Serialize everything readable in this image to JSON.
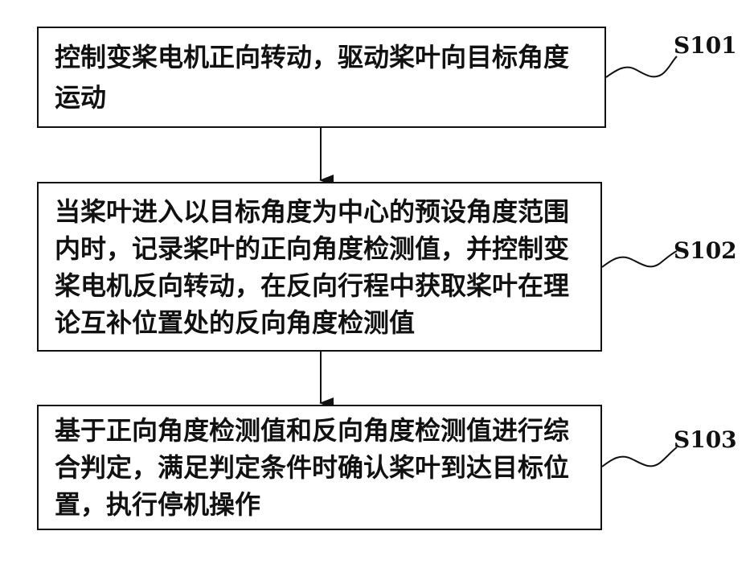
{
  "steps": [
    {
      "id": "S101",
      "label": "S101",
      "text": "控制变桨电机正向转动，驱动桨叶向目标角度运动"
    },
    {
      "id": "S102",
      "label": "S102",
      "text": "当桨叶进入以目标角度为中心的预设角度范围内时，记录桨叶的正向角度检测值，并控制变桨电机反向转动，在反向行程中获取桨叶在理论互补位置处的反向角度检测值"
    },
    {
      "id": "S103",
      "label": "S103",
      "text": "基于正向角度检测值和反向角度检测值进行综合判定，满足判定条件时确认桨叶到达目标位置，执行停机操作"
    }
  ]
}
